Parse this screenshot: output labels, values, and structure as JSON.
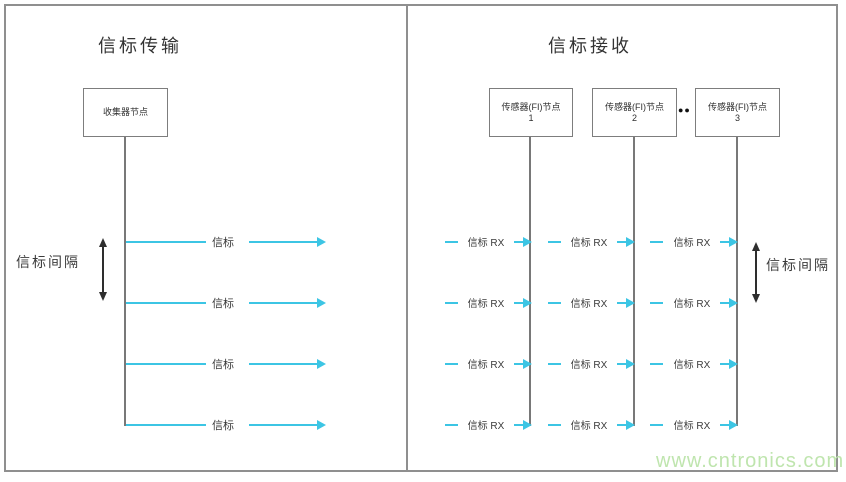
{
  "diagram": {
    "left_panel": {
      "title": "信标传输",
      "collector_node": "收集器节点",
      "beacon_label": "信标",
      "interval_label": "信标间隔"
    },
    "right_panel": {
      "title": "信标接收",
      "sensor_node_label": "传感器(FI)节点",
      "node_numbers": [
        "1",
        "2",
        "3"
      ],
      "ellipsis": "●●",
      "rx_label": "信标 RX",
      "interval_label": "信标间隔"
    },
    "watermark": "www.cntronics.com",
    "colors": {
      "beacon_cyan": "#3cc5e4",
      "frame_gray": "#8f8f8f",
      "text_dark": "#3c3c3c",
      "watermark_green": "#bfe5ae"
    }
  }
}
